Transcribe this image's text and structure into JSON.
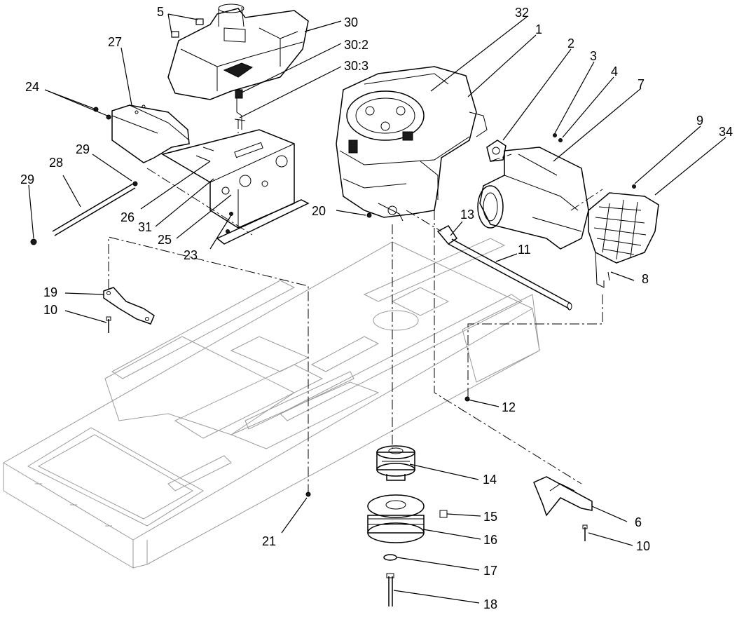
{
  "diagram": {
    "callouts": [
      {
        "id": "c-5",
        "label": "5"
      },
      {
        "id": "c-30",
        "label": "30"
      },
      {
        "id": "c-30-2",
        "label": "30:2"
      },
      {
        "id": "c-30-3",
        "label": "30:3"
      },
      {
        "id": "c-27",
        "label": "27"
      },
      {
        "id": "c-24",
        "label": "24"
      },
      {
        "id": "c-29a",
        "label": "29"
      },
      {
        "id": "c-29b",
        "label": "29"
      },
      {
        "id": "c-28",
        "label": "28"
      },
      {
        "id": "c-26",
        "label": "26"
      },
      {
        "id": "c-31",
        "label": "31"
      },
      {
        "id": "c-25",
        "label": "25"
      },
      {
        "id": "c-23",
        "label": "23"
      },
      {
        "id": "c-20",
        "label": "20"
      },
      {
        "id": "c-32",
        "label": "32"
      },
      {
        "id": "c-1",
        "label": "1"
      },
      {
        "id": "c-2",
        "label": "2"
      },
      {
        "id": "c-3",
        "label": "3"
      },
      {
        "id": "c-4",
        "label": "4"
      },
      {
        "id": "c-7",
        "label": "7"
      },
      {
        "id": "c-9",
        "label": "9"
      },
      {
        "id": "c-34",
        "label": "34"
      },
      {
        "id": "c-8",
        "label": "8"
      },
      {
        "id": "c-13",
        "label": "13"
      },
      {
        "id": "c-11",
        "label": "11"
      },
      {
        "id": "c-19",
        "label": "19"
      },
      {
        "id": "c-10a",
        "label": "10"
      },
      {
        "id": "c-12",
        "label": "12"
      },
      {
        "id": "c-14",
        "label": "14"
      },
      {
        "id": "c-15",
        "label": "15"
      },
      {
        "id": "c-16",
        "label": "16"
      },
      {
        "id": "c-17",
        "label": "17"
      },
      {
        "id": "c-18",
        "label": "18"
      },
      {
        "id": "c-21",
        "label": "21"
      },
      {
        "id": "c-6",
        "label": "6"
      },
      {
        "id": "c-10b",
        "label": "10"
      }
    ]
  }
}
